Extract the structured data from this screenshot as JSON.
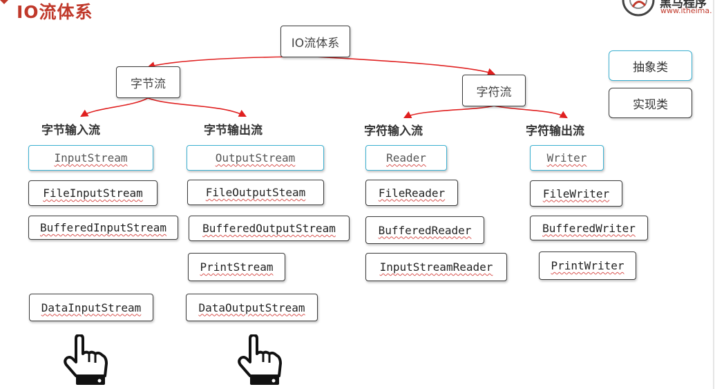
{
  "header": {
    "title": "IO流体系",
    "brand_name": "黑马程序",
    "brand_url": "www.itheima."
  },
  "root": {
    "label": "IO流体系"
  },
  "categories": {
    "byte": "字节流",
    "char": "字符流"
  },
  "columns": {
    "byte_input": {
      "heading": "字节输入流",
      "abstract": "InputStream",
      "classes": [
        "FileInputStream",
        "BufferedInputStream",
        "DataInputStream"
      ]
    },
    "byte_output": {
      "heading": "字节输出流",
      "abstract": "OutputStream",
      "classes": [
        "FileOutputSteam",
        "BufferedOutputStream",
        "PrintStream",
        "DataOutputStream"
      ]
    },
    "char_input": {
      "heading": "字符输入流",
      "abstract": "Reader",
      "classes": [
        "FileReader",
        "BufferedReader",
        "InputStreamReader"
      ]
    },
    "char_output": {
      "heading": "字符输出流",
      "abstract": "Writer",
      "classes": [
        "FileWriter",
        "BufferedWriter",
        "PrintWriter"
      ]
    }
  },
  "legend": {
    "abstract_label": "抽象类",
    "concrete_label": "实现类"
  },
  "colors": {
    "title": "#c0392b",
    "arrow": "#e02020",
    "abstract_border": "#3bb0d1",
    "concrete_border": "#3a3a3a"
  },
  "icons": [
    "pointing-hand-icon",
    "pointing-hand-icon",
    "logo-icon"
  ]
}
